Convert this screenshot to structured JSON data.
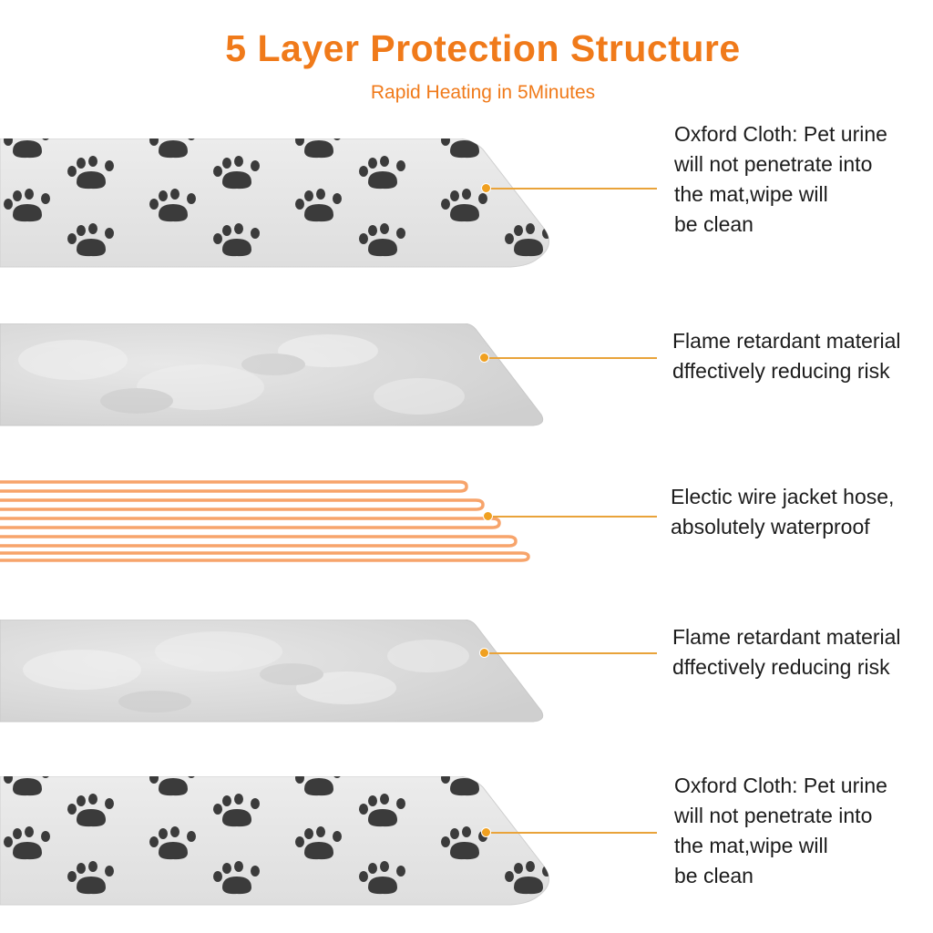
{
  "header": {
    "title": "5 Layer Protection Structure",
    "subtitle": "Rapid Heating in 5Minutes"
  },
  "colors": {
    "accent": "#f07a1a",
    "callout": "#e9a33a",
    "wire": "#f7a46b",
    "fabric": "#e5e5e5",
    "felt": "#d9d9d9",
    "paw": "#3b3b3b"
  },
  "layers": [
    {
      "name": "oxford-cloth-top",
      "material": "paw-fabric",
      "label": "Oxford Cloth: Pet urine\nwill not penetrate into\nthe mat,wipe will\nbe clean"
    },
    {
      "name": "flame-retardant-top",
      "material": "felt",
      "label": "Flame retardant material\ndffectively reducing risk"
    },
    {
      "name": "electric-wire",
      "material": "wire",
      "label": "Electic wire jacket hose,\nabsolutely waterproof"
    },
    {
      "name": "flame-retardant-bottom",
      "material": "felt",
      "label": "Flame retardant material\ndffectively reducing risk"
    },
    {
      "name": "oxford-cloth-bottom",
      "material": "paw-fabric",
      "label": "Oxford Cloth: Pet urine\nwill not penetrate into\nthe mat,wipe will\nbe clean"
    }
  ]
}
